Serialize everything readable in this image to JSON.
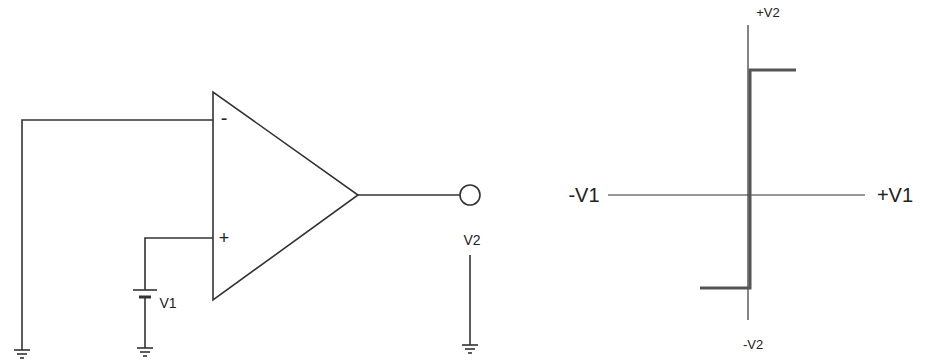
{
  "diagram": {
    "labels": [
      "-",
      "+",
      "V1",
      "V2",
      "+V2",
      "-V1",
      "+V1",
      "-V2"
    ]
  }
}
